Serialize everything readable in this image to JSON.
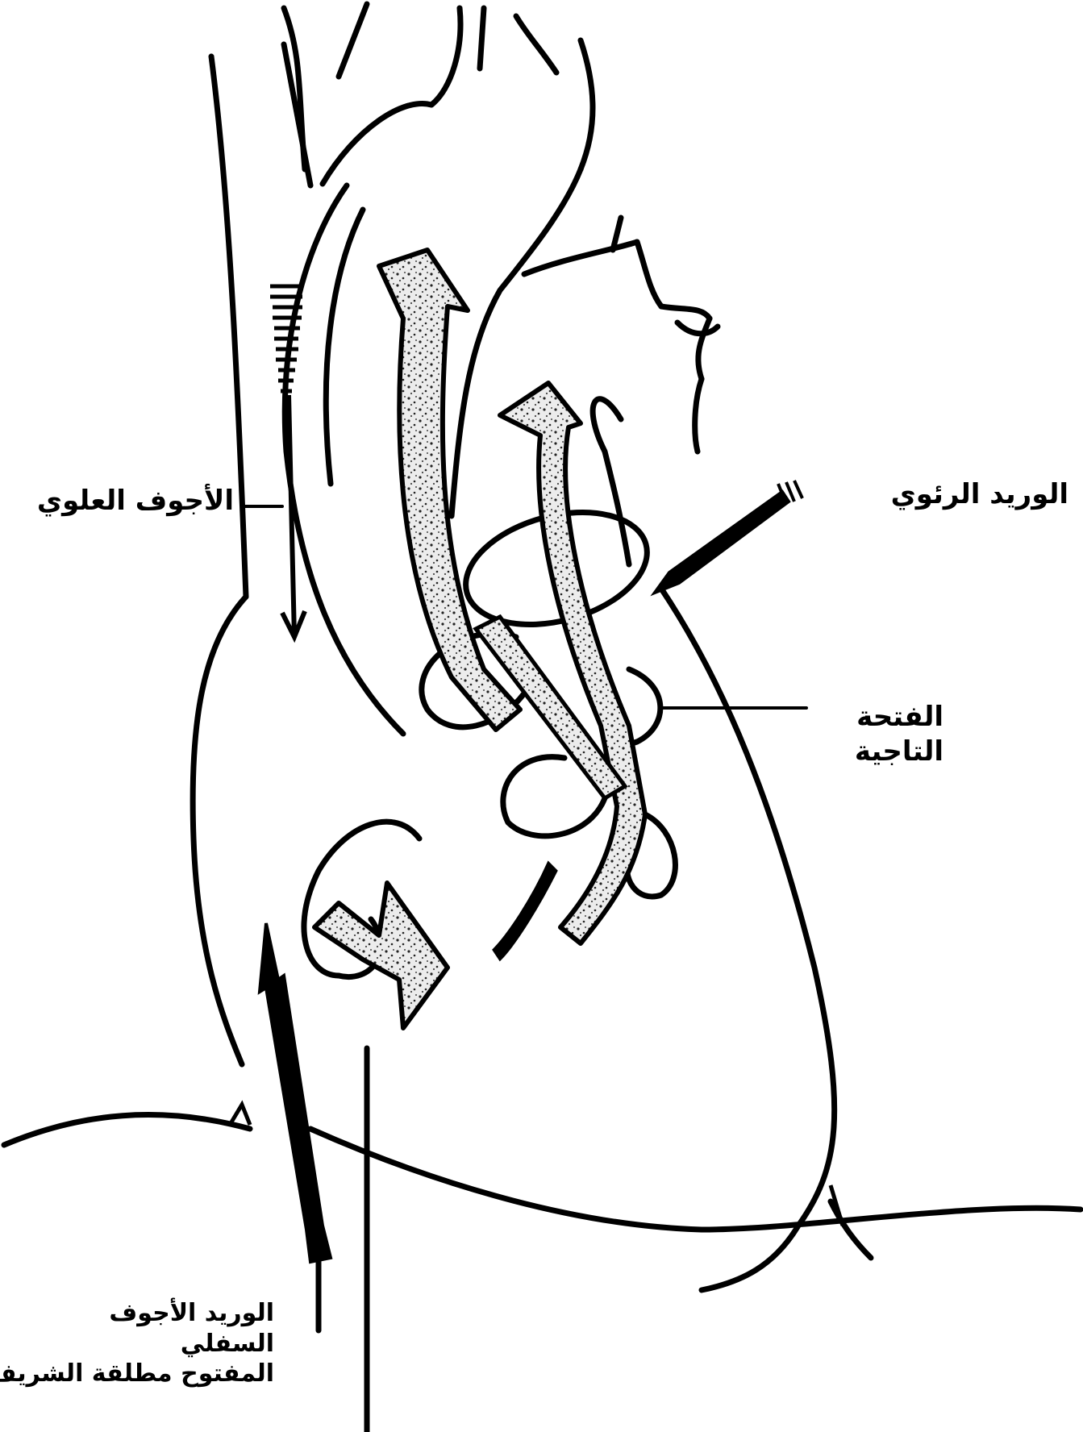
{
  "labels": {
    "left": "الأجوف العلوي",
    "right_top": "الوريد الرئوي",
    "right_mid_line1": "الفتحة",
    "right_mid_line2": "التاجية",
    "bottom_line1": "الوريد الأجوف",
    "bottom_line2": "السفلي",
    "bottom_line3": "المفتوح مطلقة الشريف"
  },
  "colors": {
    "ink": "#000000",
    "paper": "#ffffff",
    "stipple_fill": "#e6e6e6"
  }
}
